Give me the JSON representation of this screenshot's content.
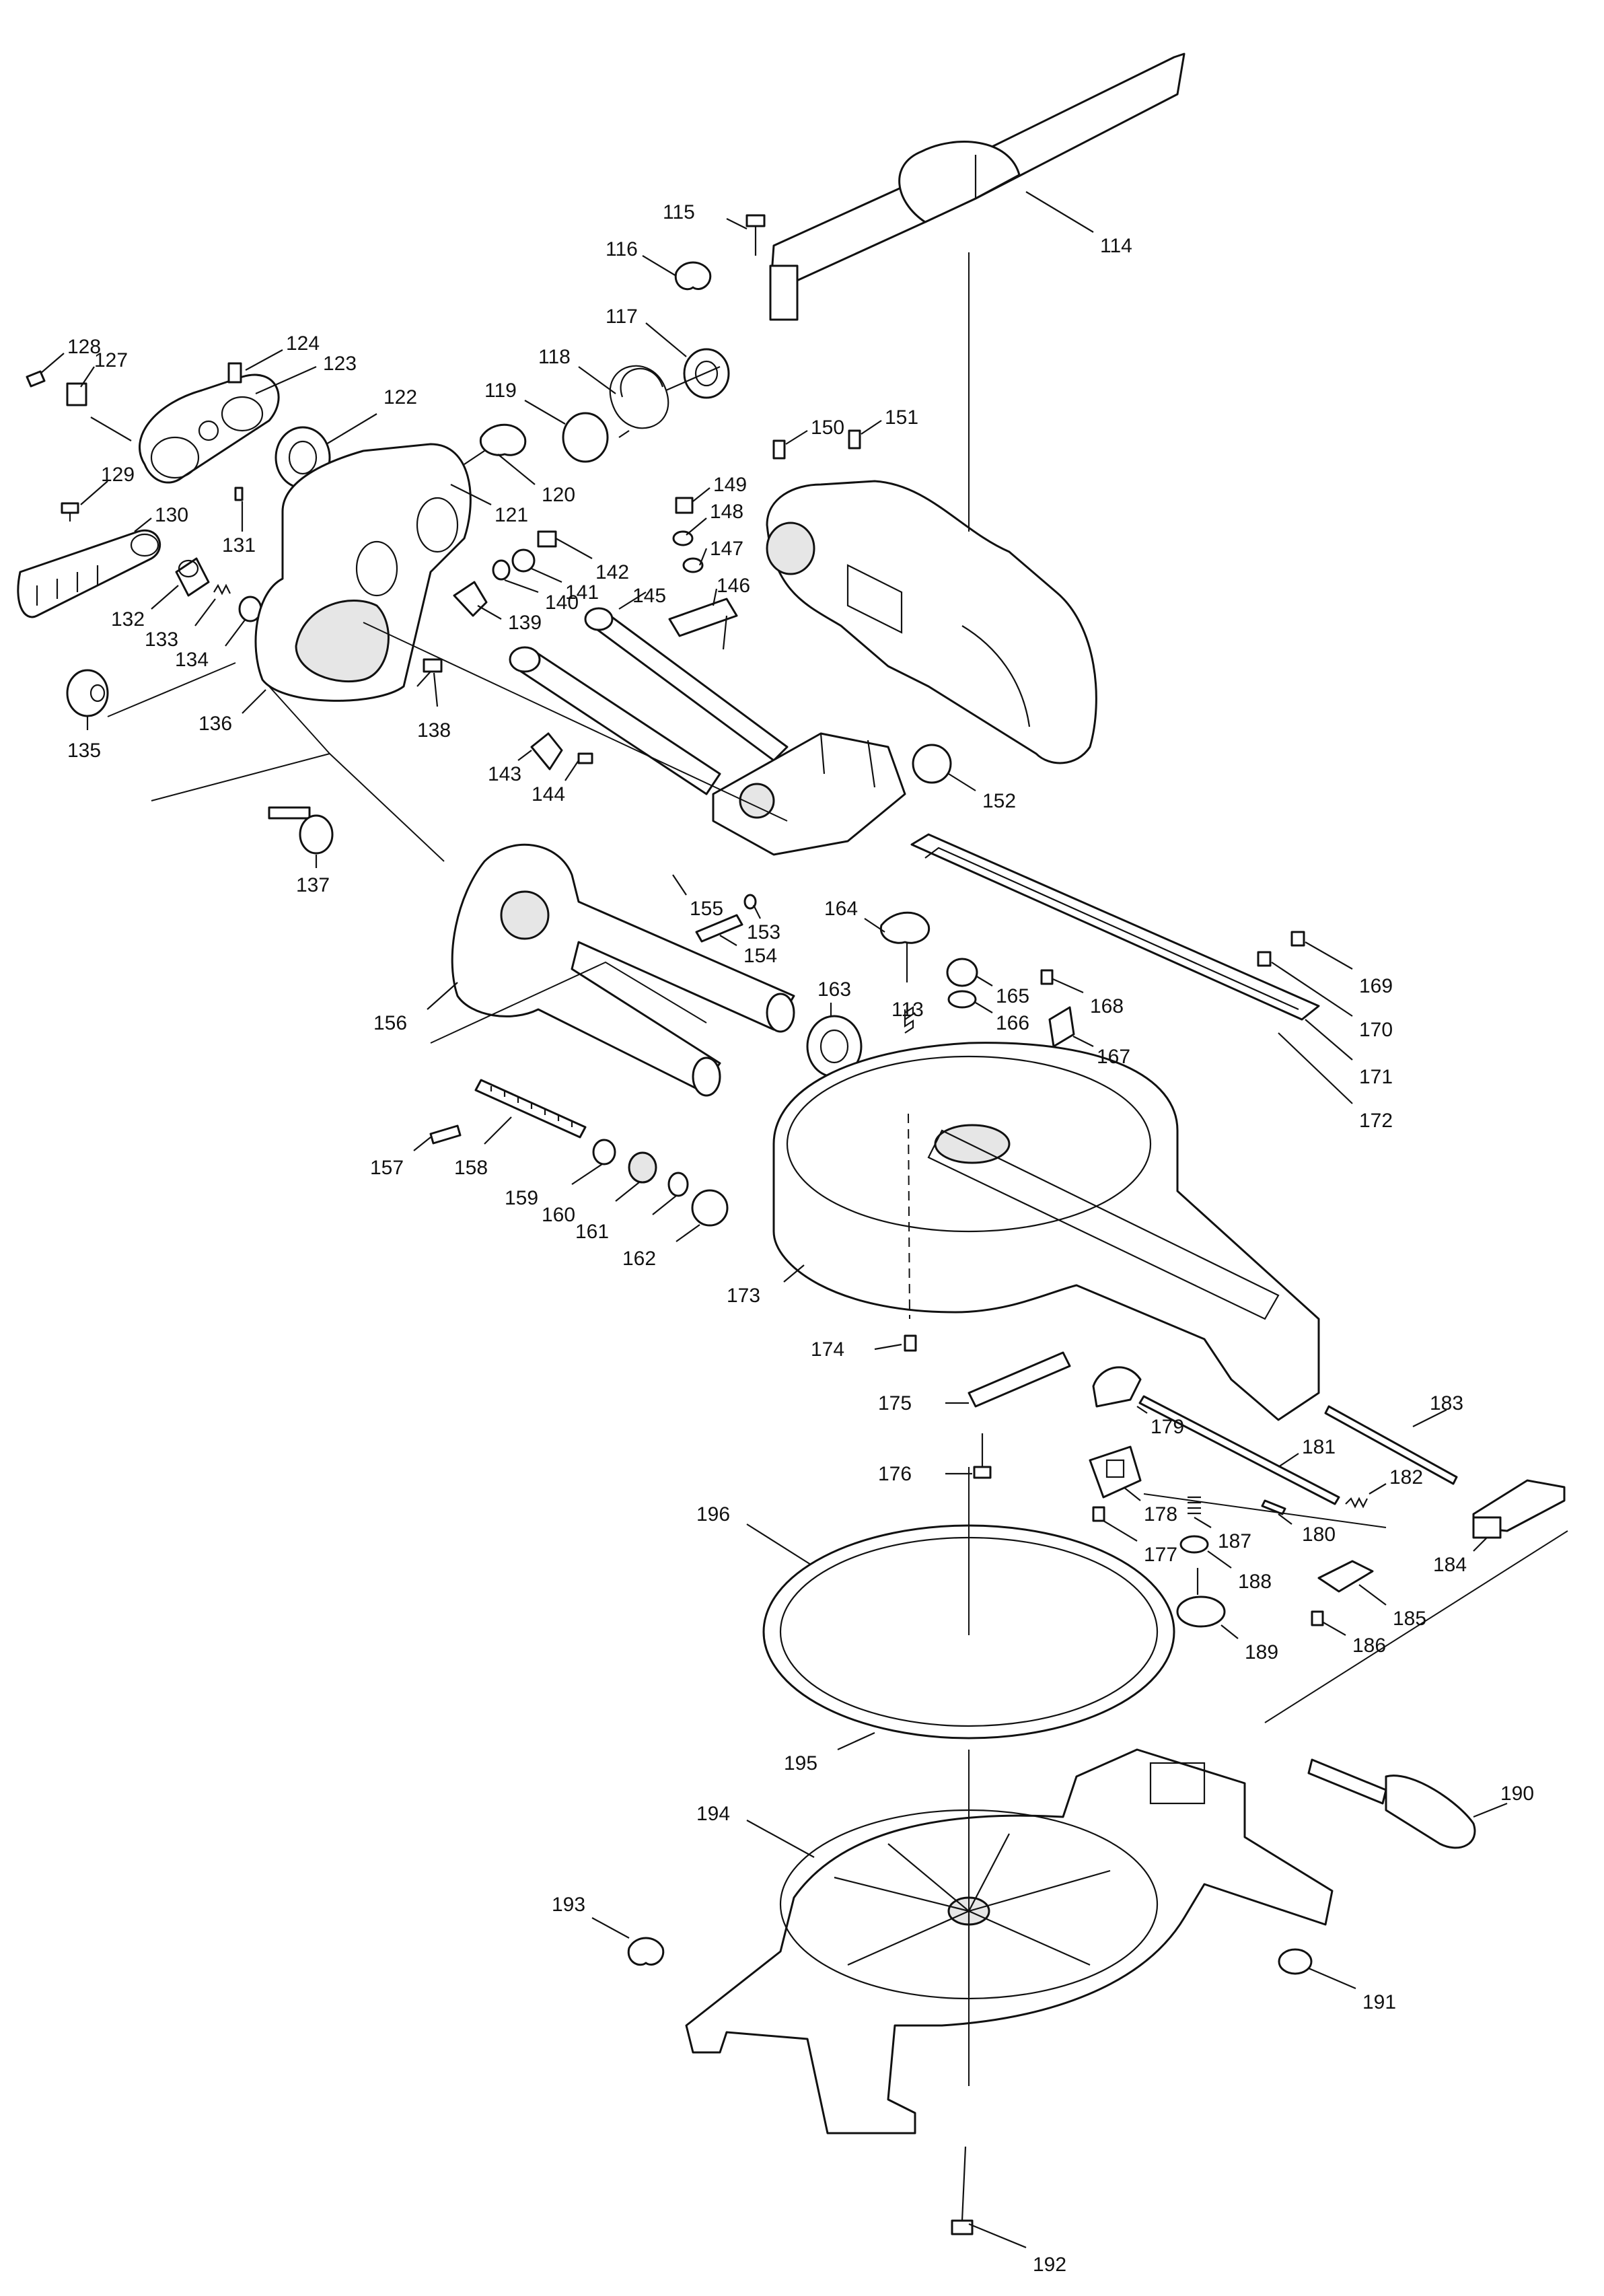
{
  "part_numbers": [
    "113",
    "114",
    "115",
    "116",
    "117",
    "118",
    "119",
    "120",
    "121",
    "122",
    "123",
    "124",
    "127",
    "128",
    "129",
    "130",
    "131",
    "132",
    "133",
    "134",
    "135",
    "136",
    "137",
    "138",
    "139",
    "140",
    "141",
    "142",
    "143",
    "144",
    "145",
    "146",
    "147",
    "148",
    "149",
    "150",
    "151",
    "152",
    "153",
    "154",
    "155",
    "156",
    "157",
    "158",
    "159",
    "160",
    "161",
    "162",
    "163",
    "164",
    "165",
    "166",
    "167",
    "168",
    "169",
    "170",
    "171",
    "172",
    "173",
    "174",
    "175",
    "176",
    "177",
    "178",
    "179",
    "180",
    "181",
    "182",
    "183",
    "184",
    "185",
    "186",
    "187",
    "188",
    "189",
    "190",
    "191",
    "192",
    "193",
    "194",
    "195",
    "196"
  ],
  "colors": {
    "line": "#111111",
    "background": "#ffffff"
  }
}
